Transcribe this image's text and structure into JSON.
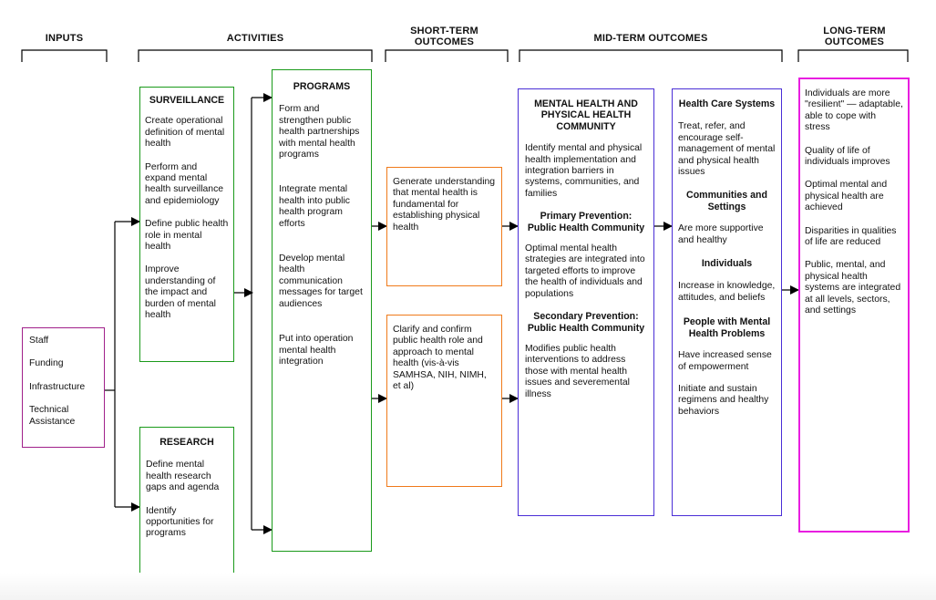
{
  "headers": {
    "inputs": "INPUTS",
    "activities": "ACTIVITIES",
    "short_term": "SHORT-TERM OUTCOMES",
    "mid_term": "MID-TERM OUTCOMES",
    "long_term": "LONG-TERM OUTCOMES"
  },
  "inputs": {
    "items": [
      "Staff",
      "Funding",
      "Infrastructure",
      "Technical Assistance"
    ]
  },
  "surveillance": {
    "title": "SURVEILLANCE",
    "items": [
      "Create operational definition of mental health",
      "Perform and expand mental health surveillance and epidemiology",
      "Define public health role in mental health",
      "Improve understanding of the impact and burden of mental health"
    ]
  },
  "research": {
    "title": "RESEARCH",
    "items": [
      "Define mental health research gaps and agenda",
      "Identify opportunities for programs"
    ]
  },
  "programs": {
    "title": "PROGRAMS",
    "items": [
      "Form and strengthen public health partnerships with mental health programs",
      "Integrate mental health into public health program efforts",
      "Develop mental health communication messages for target audiences",
      "Put into operation mental health integration"
    ]
  },
  "short_term": {
    "box1": "Generate understanding that mental health is fundamental for establishing physical health",
    "box2": "Clarify and confirm public health role and approach to mental health (vis-à-vis SAMHSA, NIH, NIMH, et al)"
  },
  "mid_community": {
    "title": "MENTAL HEALTH AND PHYSICAL HEALTH COMMUNITY",
    "intro": "Identify mental and physical health implementation and integration barriers in systems, communities, and families",
    "primary_title": "Primary Prevention: Public Health Community",
    "primary_text": "Optimal mental health strategies are integrated into targeted efforts to improve the health of individuals and populations",
    "secondary_title": "Secondary Prevention: Public Health Community",
    "secondary_text": "Modifies public health interventions to address those with mental health issues and severemental illness"
  },
  "mid_systems": {
    "hcs_title": "Health Care Systems",
    "hcs_text": "Treat, refer, and encourage self-management of mental and physical health issues",
    "comm_title": "Communities and Settings",
    "comm_text": "Are more supportive and healthy",
    "ind_title": "Individuals",
    "ind_text": "Increase in knowledge, attitudes, and beliefs",
    "people_title": "People with Mental Health Problems",
    "people_text1": "Have increased sense of empowerment",
    "people_text2": "Initiate and sustain regimens and healthy behaviors"
  },
  "long_term": {
    "items": [
      "Individuals are more \"resilient\" — adaptable, able to cope with stress",
      "Quality of life of individuals improves",
      "Optimal mental and physical health are achieved",
      "Disparities in qualities of life are reduced",
      "Public, mental, and physical health systems are integrated at all levels, sectors, and settings"
    ]
  }
}
